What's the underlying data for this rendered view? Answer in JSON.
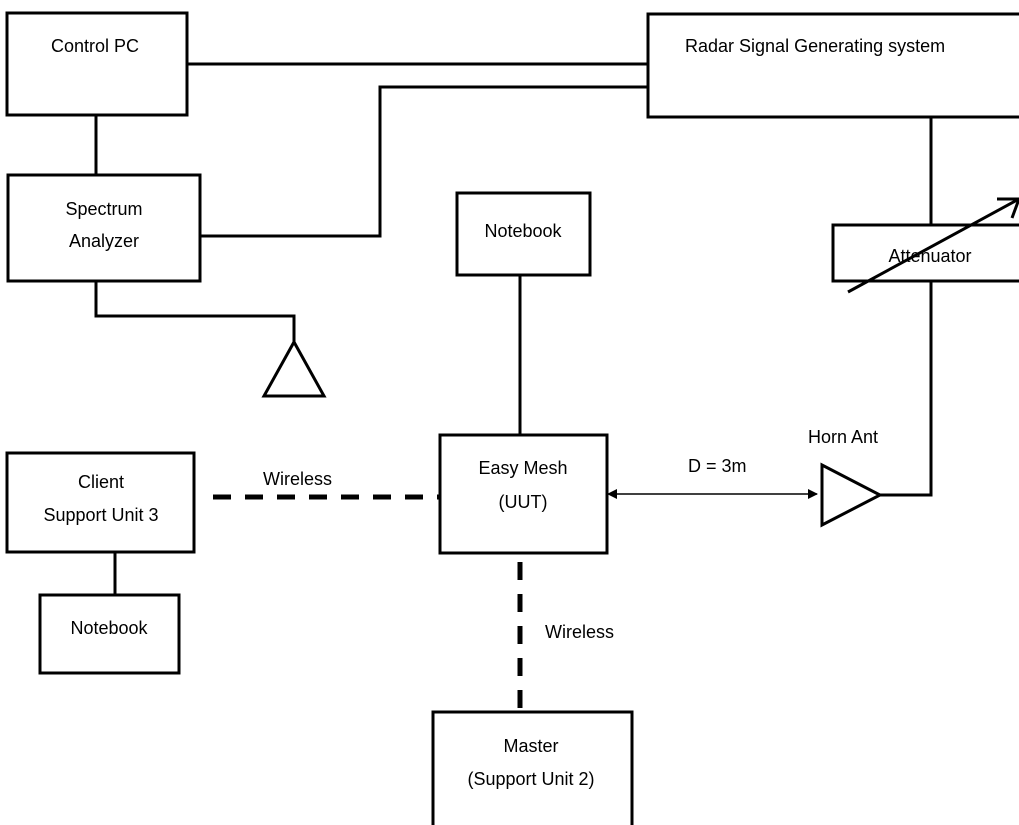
{
  "nodes": {
    "control_pc": {
      "label": "Control PC"
    },
    "radar_system": {
      "label": "Radar Signal Generating system"
    },
    "spectrum_analyzer": {
      "line1": "Spectrum",
      "line2": "Analyzer"
    },
    "notebook_top": {
      "label": "Notebook"
    },
    "attenuator": {
      "label": "Attenuator"
    },
    "easy_mesh": {
      "line1": "Easy Mesh",
      "line2": "(UUT)"
    },
    "client": {
      "line1": "Client",
      "line2": "Support Unit 3"
    },
    "notebook_client": {
      "label": "Notebook"
    },
    "master": {
      "line1": "Master",
      "line2": "(Support Unit 2)"
    }
  },
  "labels": {
    "horn_ant": "Horn Ant",
    "distance": "D = 3m",
    "wireless_left": "Wireless",
    "wireless_bottom": "Wireless"
  }
}
